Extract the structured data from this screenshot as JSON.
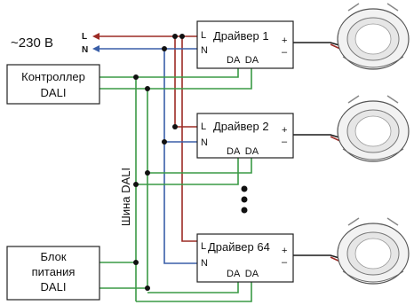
{
  "mains": {
    "label": "~230 В",
    "line": "L",
    "neutral": "N"
  },
  "controller": {
    "line1": "Контроллер",
    "line2": "DALI"
  },
  "psu": {
    "line1": "Блок",
    "line2": "питания",
    "line3": "DALI"
  },
  "bus_label": "Шина DALI",
  "drivers": [
    {
      "title": "Драйвер 1",
      "l": "L",
      "n": "N",
      "da": "DA  DA",
      "plus": "+",
      "minus": "–"
    },
    {
      "title": "Драйвер 2",
      "l": "L",
      "n": "N",
      "da": "DA  DA",
      "plus": "+",
      "minus": "–"
    },
    {
      "title": "Драйвер 64",
      "l": "L",
      "n": "N",
      "da": "DA  DA",
      "plus": "+",
      "minus": "–"
    }
  ],
  "colors": {
    "line": "#9c2b25",
    "neutral": "#3a5fa8",
    "bus": "#3a9a45",
    "output": "#1a1a1a"
  },
  "icons": [
    "downlight-icon",
    "ellipsis-dots"
  ]
}
